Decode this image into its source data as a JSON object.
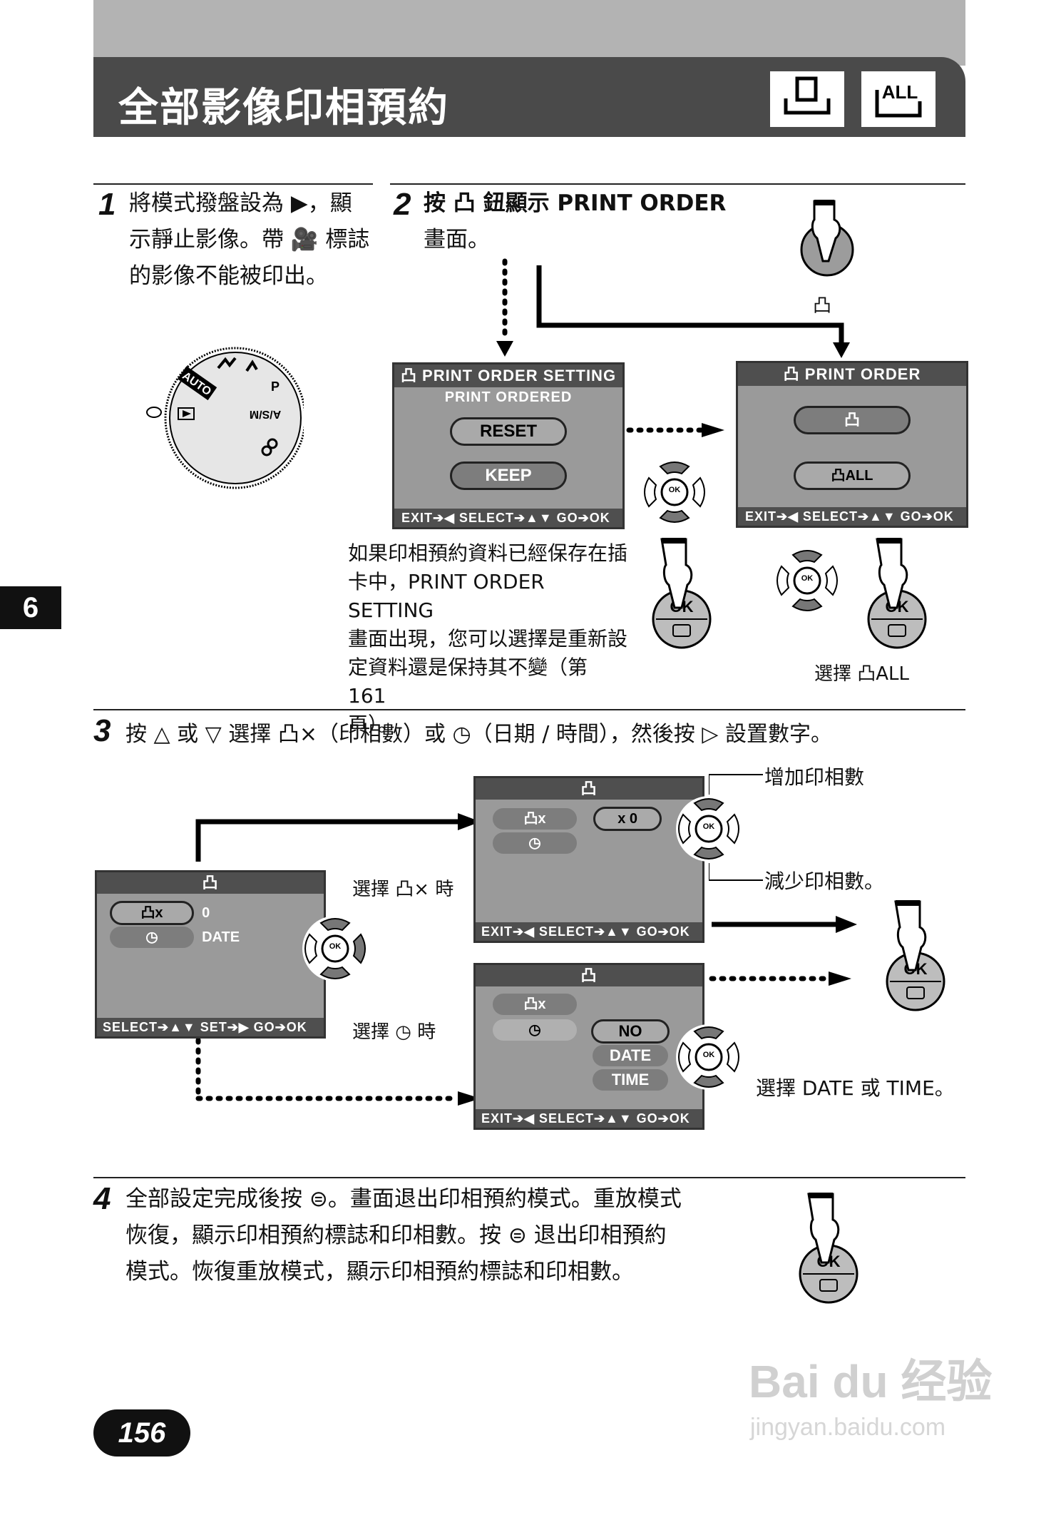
{
  "header": {
    "title": "全部影像印相預約",
    "icon_left": "print-single-icon",
    "icon_right": "print-all-icon",
    "icon_right_text": "ALL"
  },
  "side_tab": "6",
  "step1": {
    "num": "1",
    "line1": "將模式撥盤設為 ▶，顯",
    "line2": "示靜止影像。帶 🎥 標誌",
    "line3": "的影像不能被印出。",
    "dial_labels": [
      "AUTO",
      "P",
      "A/S/M",
      "▶"
    ]
  },
  "step2": {
    "num": "2",
    "line1": "按 凸 鈕顯示 PRINT ORDER",
    "line2": "畫面。",
    "button_label": "凸",
    "screen1": {
      "title": "凸 PRINT ORDER SETTING",
      "subtitle": "PRINT ORDERED",
      "options": [
        "RESET",
        "KEEP"
      ],
      "footer": "EXIT➔◀  SELECT➔▲▼  GO➔OK"
    },
    "screen2": {
      "title": "凸 PRINT ORDER",
      "options": [
        "凸",
        "凸ALL"
      ],
      "footer": "EXIT➔◀  SELECT➔▲▼  GO➔OK"
    },
    "note": [
      "如果印相預約資料已經保存在插",
      "卡中，PRINT ORDER SETTING",
      "畫面出現，您可以選擇是重新設",
      "定資料還是保持其不變（第 161",
      "頁）。"
    ],
    "select_all_caption": "選擇 凸ALL",
    "ok_label": "OK"
  },
  "step3": {
    "num": "3",
    "text": "按 △ 或 ▽ 選擇 凸×（印相數）或 ◷（日期 / 時間），然後按 ▷ 設置數字。",
    "main_screen": {
      "row1_label": "凸x",
      "row1_value": "0",
      "row2_label": "◷",
      "row2_value": "DATE",
      "footer": "SELECT➔▲▼  SET➔▶  GO➔OK"
    },
    "caption_prints": "選擇 凸× 時",
    "caption_date": "選擇 ◷ 時",
    "prints_screen": {
      "row1_label": "凸x",
      "value": "x    0",
      "footer": "EXIT➔◀  SELECT➔▲▼  GO➔OK"
    },
    "date_screen": {
      "row1_label": "凸x",
      "options": [
        "NO",
        "DATE",
        "TIME"
      ],
      "footer": "EXIT➔◀  SELECT➔▲▼  GO➔OK"
    },
    "increase_label": "增加印相數",
    "decrease_label": "減少印相數。",
    "date_time_caption": "選擇 DATE 或 TIME。"
  },
  "step4": {
    "num": "4",
    "line1": "全部設定完成後按 ⊜。畫面退出印相預約模式。重放模式",
    "line2": "恢復，顯示印相預約標誌和印相數。按 ⊜ 退出印相預約",
    "line3": "模式。恢復重放模式，顯示印相預約標誌和印相數。"
  },
  "page_number": "156",
  "watermark": {
    "brand": "Bai du 经验",
    "url": "jingyan.baidu.com"
  },
  "colors": {
    "header_bg": "#4a4a4a",
    "top_band": "#b3b3b3",
    "lcd_bg": "#9a9a9a",
    "lcd_bar": "#4f4f4f"
  }
}
